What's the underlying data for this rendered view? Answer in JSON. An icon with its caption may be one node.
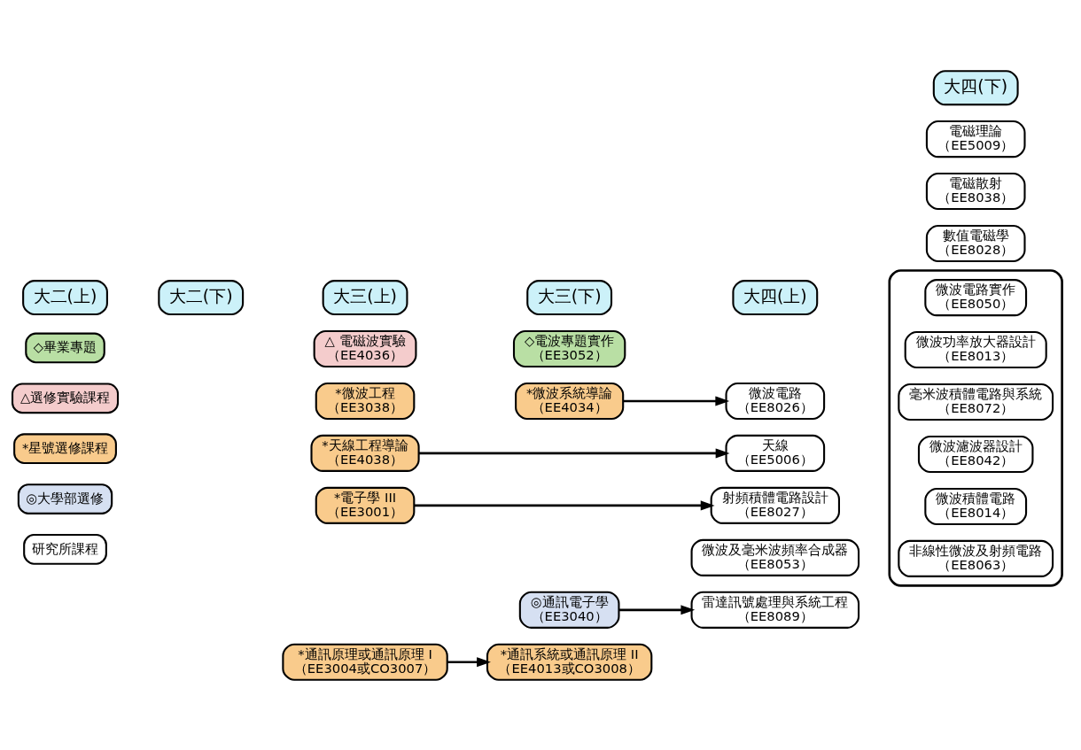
{
  "diagram": {
    "nodes": [
      {
        "text": [
          "大二(上)"
        ]
      },
      {
        "text": [
          "大二(下)"
        ]
      },
      {
        "text": [
          "大三(上)"
        ]
      },
      {
        "text": [
          "大三(下)"
        ]
      },
      {
        "text": [
          "大四(上)"
        ]
      },
      {
        "text": [
          "大四(下)"
        ]
      },
      {
        "text": [
          "△ 電磁波實驗",
          "（EE4036）"
        ]
      },
      {
        "text": [
          "*微波工程",
          "（EE3038）"
        ]
      },
      {
        "text": [
          "*天線工程導論",
          "（EE4038）"
        ]
      },
      {
        "text": [
          "*電子學 III",
          "（EE3001）"
        ]
      },
      {
        "text": [
          "*通訊原理或通訊原理 I",
          "（EE3004或CO3007）"
        ]
      },
      {
        "text": [
          "◇電波專題實作",
          "（EE3052）"
        ]
      },
      {
        "text": [
          "*微波系統導論",
          "（EE4034）"
        ]
      },
      {
        "text": [
          "◎通訊電子學",
          "（EE3040）"
        ]
      },
      {
        "text": [
          "*通訊系統或通訊原理 II",
          "（EE4013或CO3008）"
        ]
      },
      {
        "text": [
          "微波電路",
          "（EE8026）"
        ]
      },
      {
        "text": [
          "天線",
          "（EE5006）"
        ]
      },
      {
        "text": [
          "射頻積體電路設計",
          "（EE8027）"
        ]
      },
      {
        "text": [
          "微波及毫米波頻率合成器",
          "（EE8053）"
        ]
      },
      {
        "text": [
          "雷達訊號處理與系統工程",
          "（EE8089）"
        ]
      },
      {
        "text": [
          "電磁理論",
          "（EE5009）"
        ]
      },
      {
        "text": [
          "電磁散射",
          "（EE8038）"
        ]
      },
      {
        "text": [
          "數值電磁學",
          "（EE8028）"
        ]
      },
      {
        "text": [],
        "shape": "box"
      },
      {
        "text": [
          "微波電路實作",
          "（EE8050）"
        ],
        "in": 23
      },
      {
        "text": [
          "微波功率放大器設計",
          "（EE8013）"
        ],
        "in": 23
      },
      {
        "text": [
          "毫米波積體電路與系統",
          "（EE8072）"
        ],
        "in": 23
      },
      {
        "text": [
          "微波濾波器設計",
          "（EE8042）"
        ],
        "in": 23
      },
      {
        "text": [
          "微波積體電路",
          "（EE8014）"
        ],
        "in": 23
      },
      {
        "text": [
          "非線性微波及射頻電路",
          "（EE8063）"
        ],
        "in": 23
      }
    ],
    "edges": [
      {
        "from": 12,
        "to": 15,
        "arrow": "to"
      },
      {
        "from": 8,
        "to": 16,
        "arrow": "to"
      },
      {
        "from": 9,
        "to": 17,
        "arrow": "to"
      },
      {
        "from": 13,
        "to": 19,
        "arrow": "to"
      },
      {
        "from": 10,
        "to": 14,
        "arrow": "to"
      }
    ],
    "legend": [
      {
        "text": "◇畢業專題",
        "color": "#b9dfa4"
      },
      {
        "text": "△選修實驗課程",
        "color": "#f4cccc"
      },
      {
        "text": "*星號選修課程",
        "color": "#f9cb8c"
      },
      {
        "text": "◎大學部選修",
        "color": "#d6e0f2"
      },
      {
        "text": "研究所課程",
        "color": "#ffffff"
      }
    ]
  }
}
